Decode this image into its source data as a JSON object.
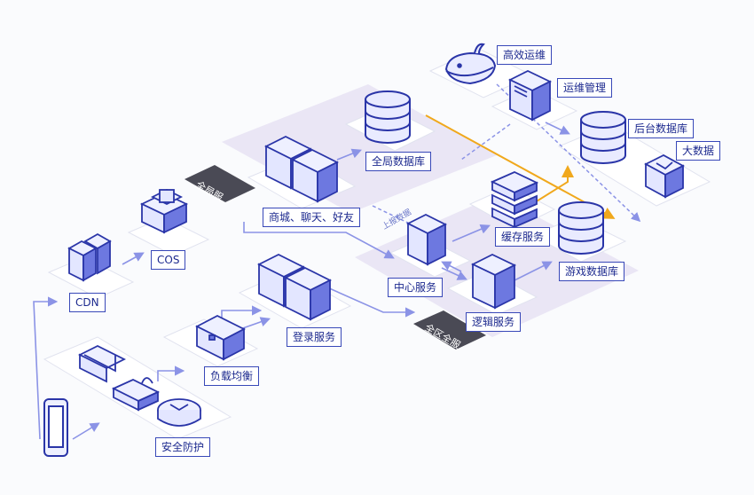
{
  "labels": {
    "ops": "高效运维",
    "ops_mgmt": "运维管理",
    "backend_db": "后台数据库",
    "bigdata": "大数据",
    "global_db": "全局数据库",
    "mall": "商城、聊天、好友",
    "cache": "缓存服务",
    "game_db": "游戏数据库",
    "center": "中心服务",
    "logic": "逻辑服务",
    "login": "登录服务",
    "lb": "负载均衡",
    "security": "安全防护",
    "cos": "COS",
    "cdn": "CDN"
  },
  "zones": {
    "global": "全局服",
    "allzone": "全区全服",
    "report": "上报数据"
  },
  "colors": {
    "accent": "#3848b8",
    "flow_orange": "#f0a81c",
    "arrow": "#8b93e6",
    "zone_band": "#e4e0f2",
    "dark_tag": "#4a4a55"
  },
  "icons": [
    "whale-icon",
    "server-icon",
    "database-icon",
    "bigdata-icon",
    "router-stack-icon",
    "cdn-icon",
    "cos-icon",
    "loadbalancer-icon",
    "firewall-icon",
    "lock-icon",
    "shield-icon",
    "phone-icon"
  ]
}
